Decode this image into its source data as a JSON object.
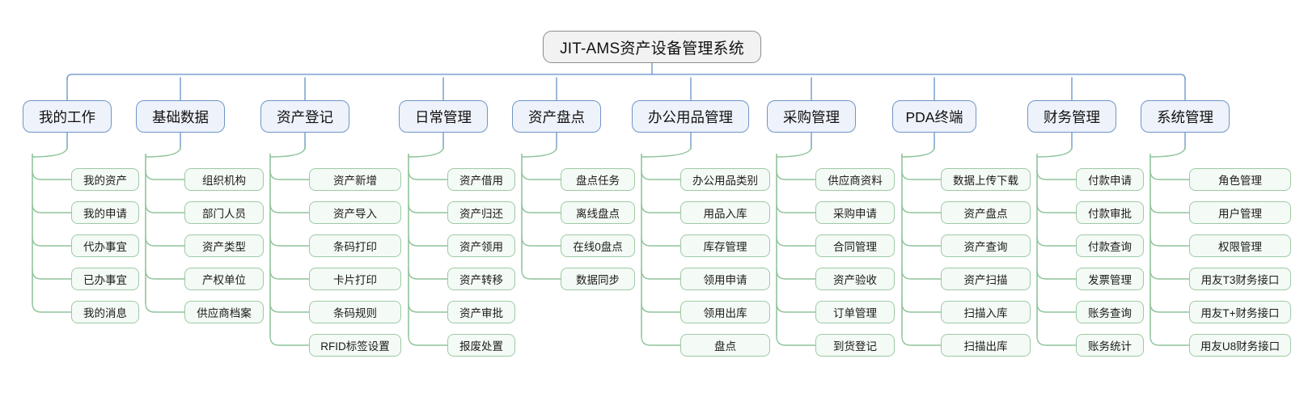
{
  "diagram": {
    "type": "tree-mindmap",
    "title": "JIT-AMS资产设备管理系统",
    "colors": {
      "root_fill": "#f2f2f2",
      "root_border": "#8c8c8c",
      "category_fill": "#eef2fa",
      "category_border": "#6f96c8",
      "leaf_fill": "#f4faf5",
      "leaf_border": "#9ecaa5",
      "connector_level1": "#7aa0cf",
      "connector_level2": "#8fc49b",
      "background": "#ffffff"
    },
    "root": {
      "label": "JIT-AMS资产设备管理系统"
    },
    "branches": [
      {
        "label": "我的工作",
        "children": [
          "我的资产",
          "我的申请",
          "代办事宜",
          "已办事宜",
          "我的消息"
        ]
      },
      {
        "label": "基础数据",
        "children": [
          "组织机构",
          "部门人员",
          "资产类型",
          "产权单位",
          "供应商档案"
        ]
      },
      {
        "label": "资产登记",
        "children": [
          "资产新增",
          "资产导入",
          "条码打印",
          "卡片打印",
          "条码规则",
          "RFID标签设置"
        ]
      },
      {
        "label": "日常管理",
        "children": [
          "资产借用",
          "资产归还",
          "资产领用",
          "资产转移",
          "资产审批",
          "报废处置"
        ]
      },
      {
        "label": "资产盘点",
        "children": [
          "盘点任务",
          "离线盘点",
          "在线0盘点",
          "数据同步"
        ]
      },
      {
        "label": "办公用品管理",
        "children": [
          "办公用品类别",
          "用品入库",
          "库存管理",
          "领用申请",
          "领用出库",
          "盘点"
        ]
      },
      {
        "label": "采购管理",
        "children": [
          "供应商资料",
          "采购申请",
          "合同管理",
          "资产验收",
          "订单管理",
          "到货登记"
        ]
      },
      {
        "label": "PDA终端",
        "children": [
          "数据上传下载",
          "资产盘点",
          "资产查询",
          "资产扫描",
          "扫描入库",
          "扫描出库"
        ]
      },
      {
        "label": "财务管理",
        "children": [
          "付款申请",
          "付款审批",
          "付款查询",
          "发票管理",
          "账务查询",
          "账务统计"
        ]
      },
      {
        "label": "系统管理",
        "children": [
          "角色管理",
          "用户管理",
          "权限管理",
          "用友T3财务接口",
          "用友T+财务接口",
          "用友U8财务接口"
        ]
      }
    ]
  }
}
